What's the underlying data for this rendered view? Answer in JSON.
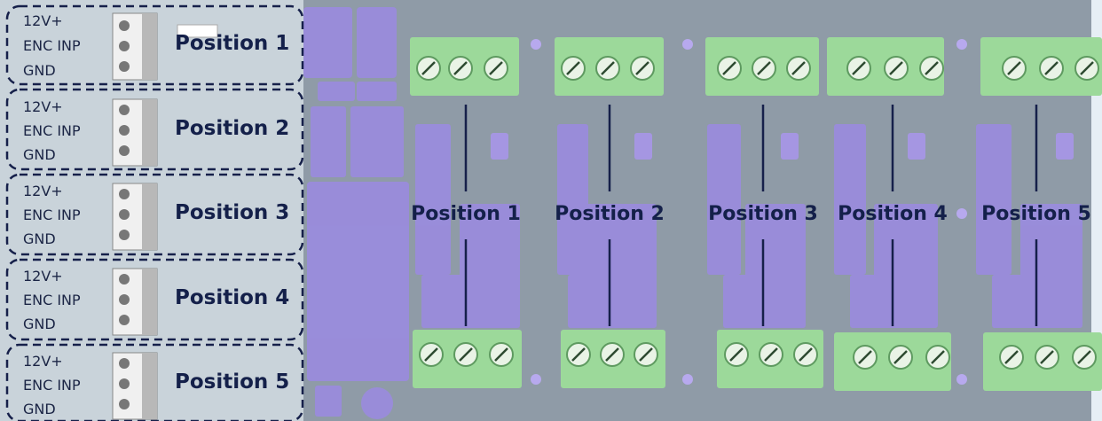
{
  "left_panel": {
    "pin_labels": [
      "12V+",
      "ENC INP",
      "GND"
    ],
    "positions": [
      "Position 1",
      "Position 2",
      "Position 3",
      "Position 4",
      "Position 5"
    ]
  },
  "board": {
    "channel_labels": [
      "Position 1",
      "Position 2",
      "Position 3",
      "Position 4",
      "Position 5"
    ]
  },
  "colors": {
    "pcb": "#8e9aa6",
    "chip_overlay": "#9d8fe0",
    "terminal_green": "#9cd99a",
    "label_text": "#14204a"
  }
}
